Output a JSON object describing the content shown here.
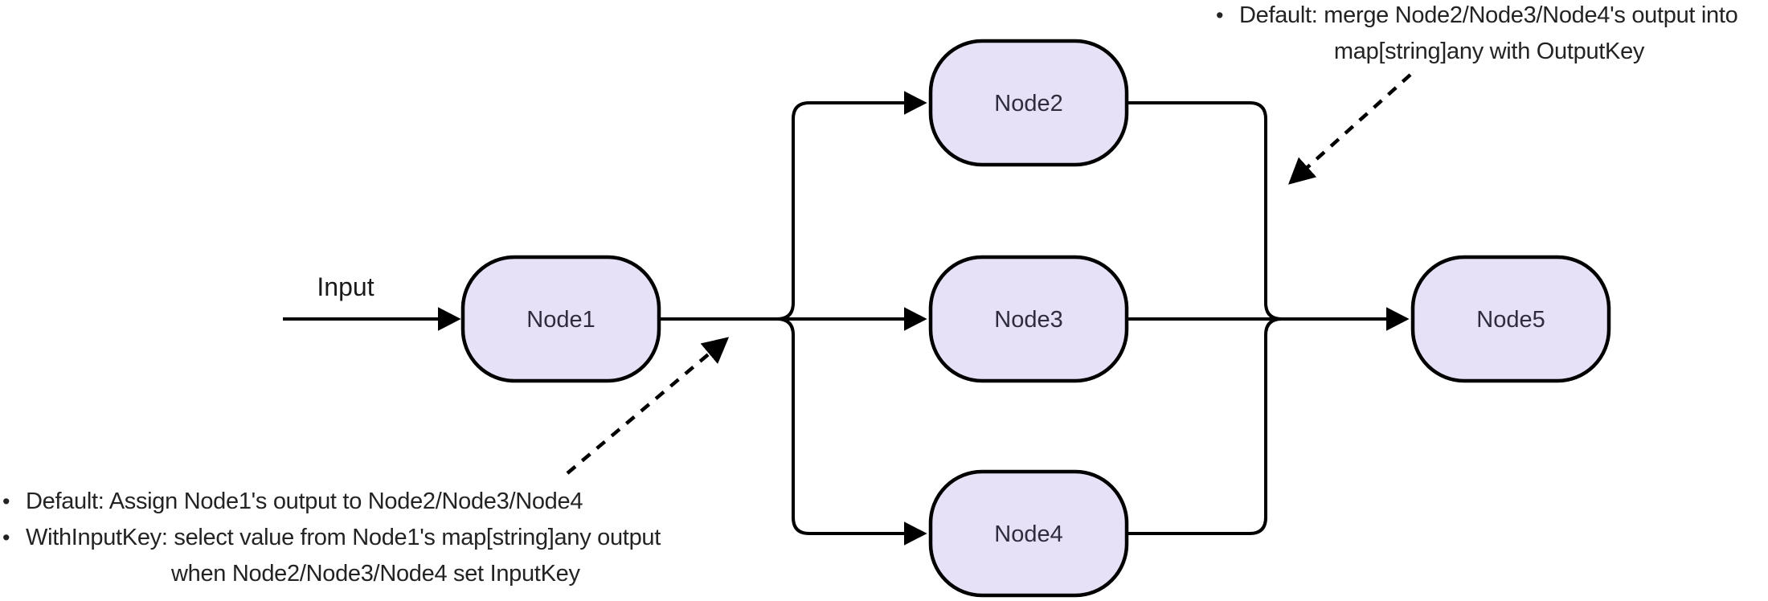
{
  "diagram": {
    "input_label": "Input",
    "nodes": [
      {
        "label": "Node1"
      },
      {
        "label": "Node2"
      },
      {
        "label": "Node3"
      },
      {
        "label": "Node4"
      },
      {
        "label": "Node5"
      }
    ],
    "annotations": {
      "top": {
        "bullet": "•",
        "line1": "Default: merge Node2/Node3/Node4's output into",
        "line2": "map[string]any with OutputKey"
      },
      "bottom": {
        "bullet": "•",
        "line1": "Default: Assign Node1's output to Node2/Node3/Node4",
        "line2": "WithInputKey: select value from Node1's map[string]any output",
        "line3": "when Node2/Node3/Node4 set InputKey"
      }
    },
    "colors": {
      "background": "#FFFFFF",
      "node_fill": "#E7E1F7",
      "node_stroke": "#000000",
      "node_text": "#2F2C3D",
      "edge": "#000000",
      "annotation_text": "#232323"
    }
  }
}
